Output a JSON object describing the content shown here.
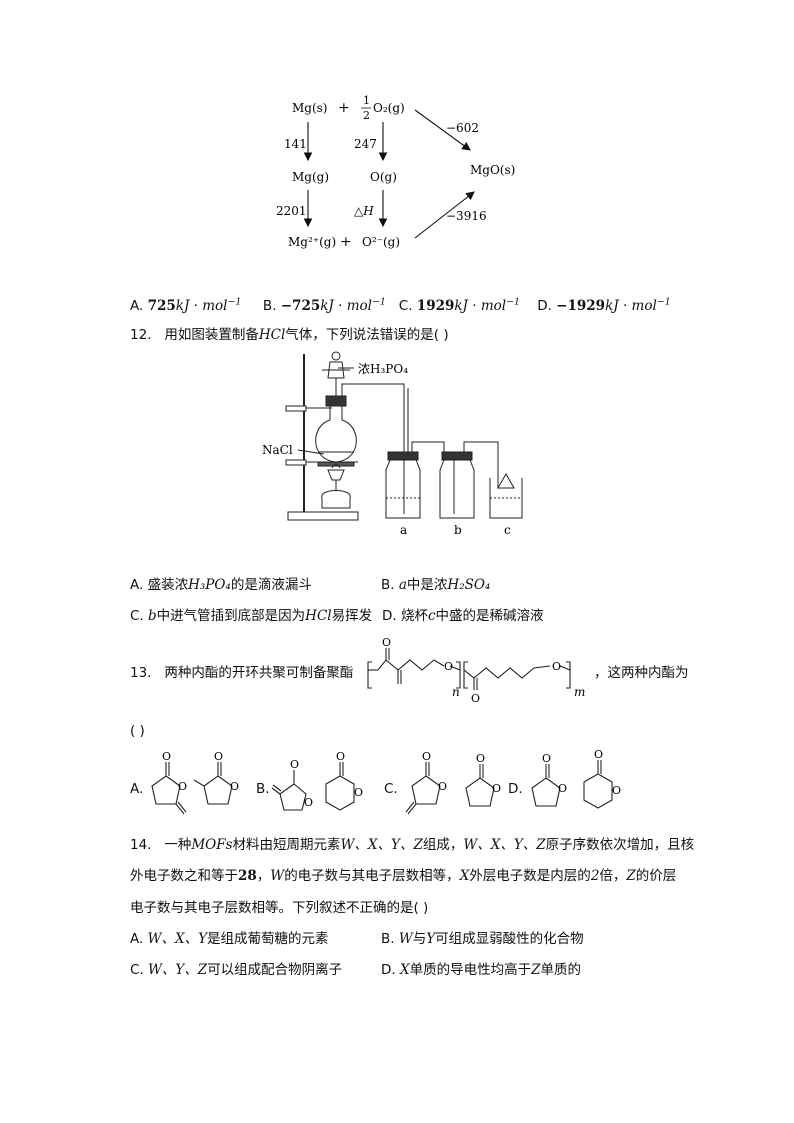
{
  "cycle": {
    "mg_s": "Mg(s)",
    "plus1": "+",
    "half_num": "1",
    "half_den": "2",
    "o2g": "O₂(g)",
    "v141": "141",
    "v247": "247",
    "mg_g": "Mg(g)",
    "o_g": "O(g)",
    "v2201": "2201",
    "dh": "△H",
    "mg2p": "Mg²⁺(g)",
    "plus2": "+",
    "o2m": "O²⁻(g)",
    "v602": "−602",
    "mgo": "MgO(s)",
    "v3916": "−3916"
  },
  "q11": {
    "options": [
      {
        "letter": "A.",
        "value": "725",
        "unit": "kJ · mol"
      },
      {
        "letter": "B.",
        "value": "−725",
        "unit": "kJ · mol"
      },
      {
        "letter": "C.",
        "value": "1929",
        "unit": "kJ · mol"
      },
      {
        "letter": "D.",
        "value": "−1929",
        "unit": "kJ · mol"
      }
    ],
    "exp": "−1"
  },
  "q12": {
    "num": "12.",
    "stem_a": "用如图装置制备",
    "stem_hcl": "HCl",
    "stem_b": "气体，下列说法错误的是(    )",
    "app_acid": "浓H₃PO₄",
    "app_nacl": "NaCl",
    "app_a": "a",
    "app_b": "b",
    "app_c": "c",
    "opt_a1": "A. 盛装浓",
    "opt_a2": "H₃PO₄",
    "opt_a3": "的是滴液漏斗",
    "opt_b1": "B. ",
    "opt_b2": "a",
    "opt_b3": "中是浓",
    "opt_b4": "H₂SO₄",
    "opt_c1": "C. ",
    "opt_c2": "b",
    "opt_c3": "中进气管插到底部是因为",
    "opt_c4": "HCl",
    "opt_c5": "易挥发",
    "opt_d1": "D. 烧杯",
    "opt_d2": "c",
    "opt_d3": "中盛的是稀碱溶液"
  },
  "q13": {
    "num": "13.",
    "stem": "两种内酯的开环共聚可制备聚酯",
    "sub_n": "n",
    "sub_m": "m",
    "o_label": "O",
    "tail": "，这两种内酯为",
    "paren": "(    )",
    "opts": [
      "A.",
      "B.",
      "C.",
      "D."
    ]
  },
  "q14": {
    "num": "14.",
    "l1a": "一种",
    "l1b": "MOFs",
    "l1c": "材料由短周期元素",
    "l1d": "W、X、Y、Z",
    "l1e": "组成，",
    "l1f": "W、X、Y、Z",
    "l1g": "原子序数依次增加，且核",
    "l2a": "外电子数之和等于",
    "l2b": "28",
    "l2c": "，",
    "l2d": "W",
    "l2e": "的电子数与其电子层数相等，",
    "l2f": "X",
    "l2g": "外层电子数是内层的",
    "l2h": "2",
    "l2i": "倍，",
    "l2j": "Z",
    "l2k": "的价层",
    "l3": "电子数与其电子层数相等。下列叙述不正确的是(    )",
    "oa1": "A. ",
    "oa2": "W、X、Y",
    "oa3": "是组成葡萄糖的元素",
    "ob1": "B. ",
    "ob2": "W",
    "ob3": "与",
    "ob4": "Y",
    "ob5": "可组成显弱酸性的化合物",
    "oc1": "C. ",
    "oc2": "W、Y、Z",
    "oc3": "可以组成配合物阴离子",
    "od1": "D. ",
    "od2": "X",
    "od3": "单质的导电性均高于",
    "od4": "Z",
    "od5": "单质的"
  }
}
